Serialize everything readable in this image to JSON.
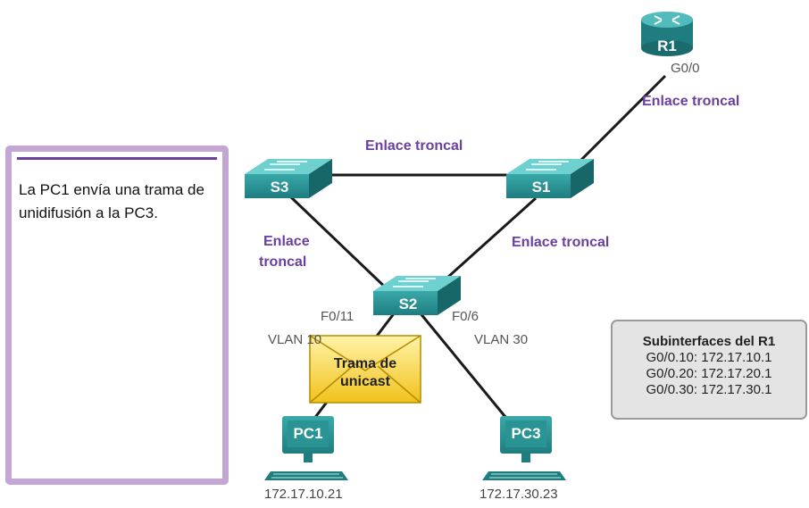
{
  "info_panel": {
    "text": "La PC1 envía una trama de unidifusión a la PC3."
  },
  "devices": {
    "r1": "R1",
    "s1": "S1",
    "s2": "S2",
    "s3": "S3",
    "pc1": "PC1",
    "pc3": "PC3"
  },
  "ports": {
    "r1_port": "G0/0",
    "s2_pc1_port": "F0/11",
    "s2_pc3_port": "F0/6"
  },
  "vlans": {
    "pc1_vlan": "VLAN 10",
    "pc3_vlan": "VLAN 30"
  },
  "links": {
    "s1_r1": "Enlace troncal",
    "s3_s1": "Enlace troncal",
    "s3_s2_line1": "Enlace",
    "s3_s2_line2": "troncal",
    "s1_s2": "Enlace troncal"
  },
  "frame": {
    "line1": "Trama de",
    "line2": "unicast"
  },
  "pc_ips": {
    "pc1": "172.17.10.21",
    "pc3": "172.17.30.23"
  },
  "subinterfaces": {
    "title": "Subinterfaces del R1",
    "rows": [
      "G0/0.10: 172.17.10.1",
      "G0/0.20: 172.17.20.1",
      "G0/0.30: 172.17.30.1"
    ]
  }
}
